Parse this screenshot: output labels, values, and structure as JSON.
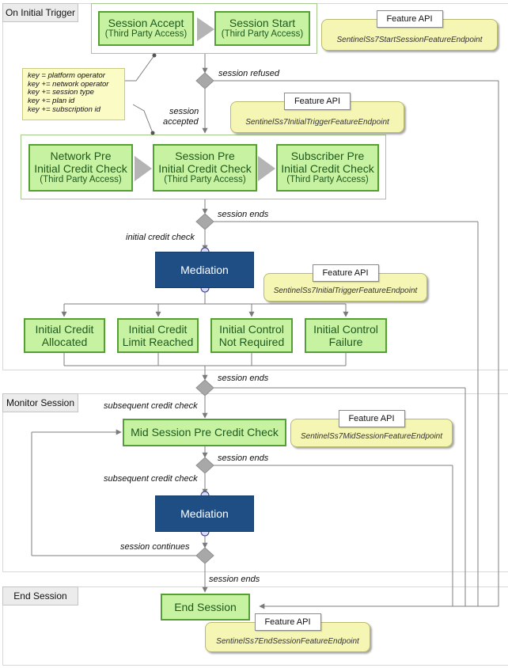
{
  "sections": {
    "initial": "On Initial Trigger",
    "monitor": "Monitor Session",
    "end": "End Session"
  },
  "boxes": {
    "session_accept": {
      "title": "Session Accept",
      "sub": "(Third Party Access)"
    },
    "session_start": {
      "title": "Session Start",
      "sub": "(Third Party Access)"
    },
    "network_pre": {
      "line1": "Network Pre",
      "line2": "Initial Credit Check",
      "sub": "(Third Party Access)"
    },
    "session_pre": {
      "line1": "Session Pre",
      "line2": "Initial Credit Check",
      "sub": "(Third Party Access)"
    },
    "subscriber_pre": {
      "line1": "Subscriber Pre",
      "line2": "Initial Credit Check",
      "sub": "(Third Party Access)"
    },
    "mediation_1": "Mediation",
    "mediation_2": "Mediation",
    "outcomes": [
      {
        "line1": "Initial Credit",
        "line2": "Allocated"
      },
      {
        "line1": "Initial Credit",
        "line2": "Limit Reached"
      },
      {
        "line1": "Initial Control",
        "line2": "Not Required"
      },
      {
        "line1": "Initial Control",
        "line2": "Failure"
      }
    ],
    "mid_session": "Mid Session Pre Credit Check",
    "end_session": "End Session"
  },
  "feature_apis": [
    {
      "title": "Feature API",
      "endpoint": "SentinelSs7StartSessionFeatureEndpoint"
    },
    {
      "title": "Feature API",
      "endpoint": "SentinelSs7InitialTriggerFeatureEndpoint"
    },
    {
      "title": "Feature API",
      "endpoint": "SentinelSs7InitialTriggerFeatureEndpoint"
    },
    {
      "title": "Feature API",
      "endpoint": "SentinelSs7MidSessionFeatureEndpoint"
    },
    {
      "title": "Feature API",
      "endpoint": "SentinelSs7EndSessionFeatureEndpoint"
    }
  ],
  "note_lines": [
    "key = platform operator",
    "key += network operator",
    "key += session type",
    "key += plan id",
    "key += subscription id"
  ],
  "labels": {
    "session_refused": "session refused",
    "session_accepted_1": "session",
    "session_accepted_2": "accepted",
    "session_ends_1": "session ends",
    "initial_credit_check": "initial credit check",
    "session_ends_2": "session ends",
    "subsequent_credit_check_1": "subsequent credit check",
    "session_ends_3": "session ends",
    "subsequent_credit_check_2": "subsequent credit check",
    "session_continues": "session continues",
    "session_ends_4": "session ends"
  },
  "colors": {
    "green_fill": "#c7f2a1",
    "green_border": "#55a033",
    "mediation_fill": "#1f4e85",
    "feature_api_fill": "#f5f5b4",
    "note_fill": "#fbfbc6"
  }
}
